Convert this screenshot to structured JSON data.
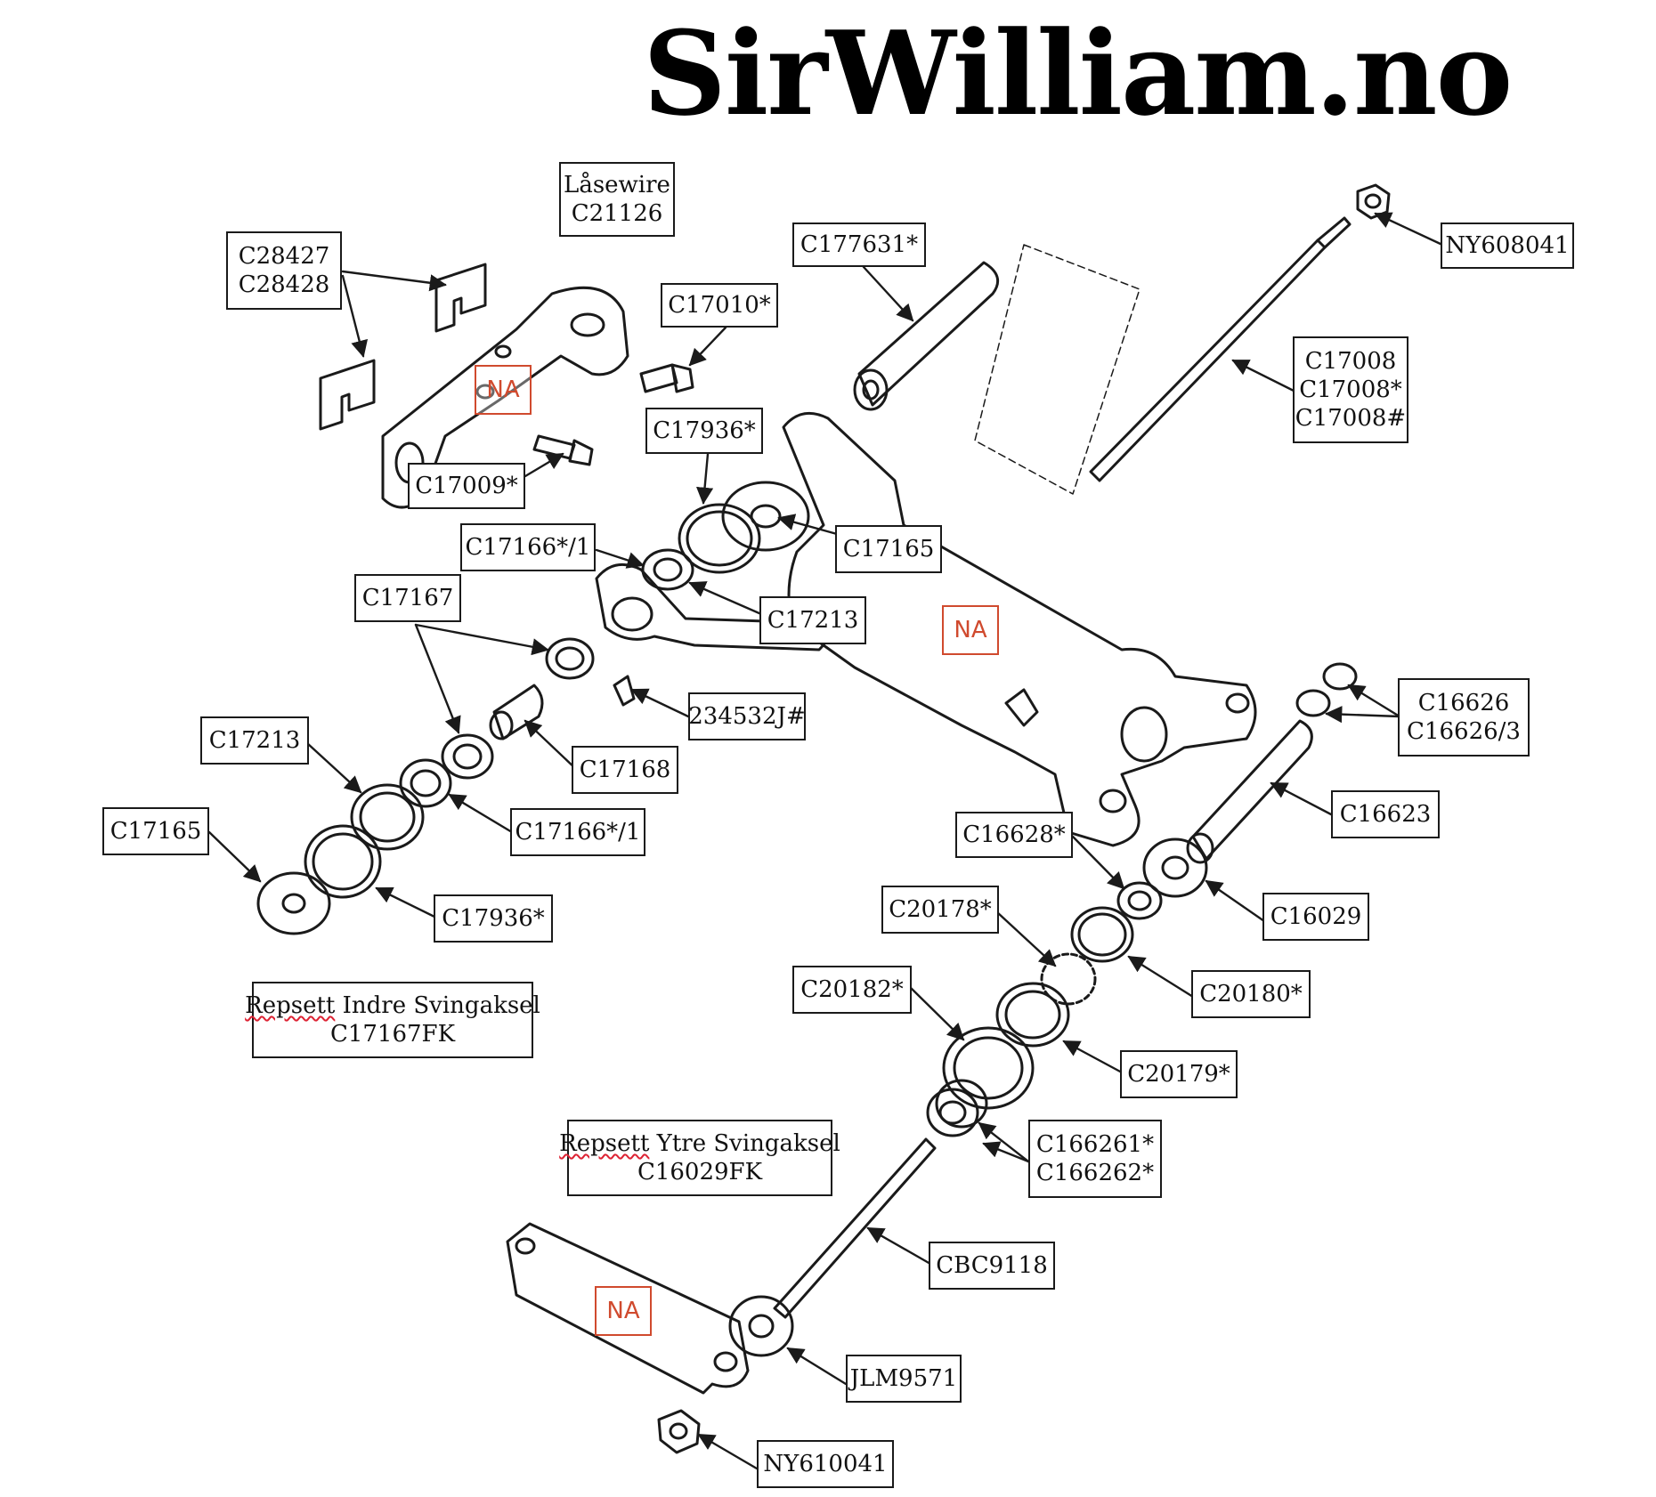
{
  "brand": "SirWilliam.no",
  "labels": {
    "lasewire": [
      "Låsewire",
      "C21126"
    ],
    "c28427": [
      "C28427",
      "C28428"
    ],
    "c177631": "C177631*",
    "ny608041": "NY608041",
    "c17010": "C17010*",
    "c17008": [
      "C17008",
      "C17008*",
      "C17008#"
    ],
    "c17936_top": "C17936*",
    "c17009": "C17009*",
    "c17165_top": "C17165",
    "c17166_top": "C17166*/1",
    "c17167": "C17167",
    "c17213_top": "C17213",
    "p234532": "234532J#",
    "c16626": [
      "C16626",
      "C16626/3"
    ],
    "c17213_left": "C17213",
    "c17168": "C17168",
    "c17166_mid": "C17166*/1",
    "c16623": "C16623",
    "c17165_left": "C17165",
    "c16628": "C16628*",
    "c17936_mid": "C17936*",
    "c20178": "C20178*",
    "c16029": "C16029",
    "c20182": "C20182*",
    "c20180": "C20180*",
    "repsett_indre": [
      "Repsett",
      " Indre Svingaksel",
      "C17167FK"
    ],
    "c20179": "C20179*",
    "repsett_ytre": [
      "Repsett",
      " Ytre Svingaksel",
      "C16029FK"
    ],
    "c166261": [
      "C166261*",
      "C166262*"
    ],
    "cbc9118": "CBC9118",
    "jlm9571": "JLM9571",
    "ny610041": "NY610041"
  },
  "na_mark": "NA",
  "colors": {
    "ink": "#1a1a1a",
    "na": "#d04a2e"
  }
}
